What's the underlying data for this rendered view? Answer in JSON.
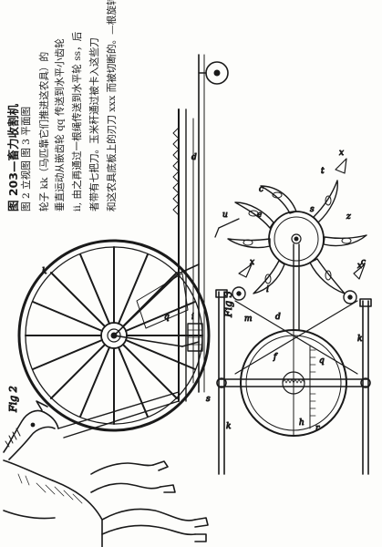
{
  "caption": {
    "title": "图 203—畜力收割机",
    "line_1": "图 2  立视图    图 3  平面图",
    "line_2": "轮子 kk（马匹靠它们推进这农具）的",
    "line_3": "垂直运动从嵌齿轮  qq  传送到水平小齿轮",
    "line_4": "ii, 由之再通过一根绳传送到水平轮 ss，后",
    "line_5": "者带有七把刀。玉米秆通过被卡入这些刀",
    "line_6": "和这农具底板上的刃刀 xxx 而被切断的。—根旋转杆 u 把切断的秆扫除。"
  },
  "figure_labels": {
    "fig2": "Fig 2",
    "fig3": "Fig 3"
  },
  "part_letters": {
    "k": "k",
    "q": "q",
    "i": "i",
    "s": "s",
    "x": "x",
    "u": "u",
    "m": "m",
    "d": "d",
    "f": "f",
    "e": "e",
    "c": "c",
    "r": "r",
    "t": "t",
    "z": "z",
    "h": "h"
  },
  "colors": {
    "ink": "#1a1a1a",
    "paper": "#fdfdfb"
  }
}
